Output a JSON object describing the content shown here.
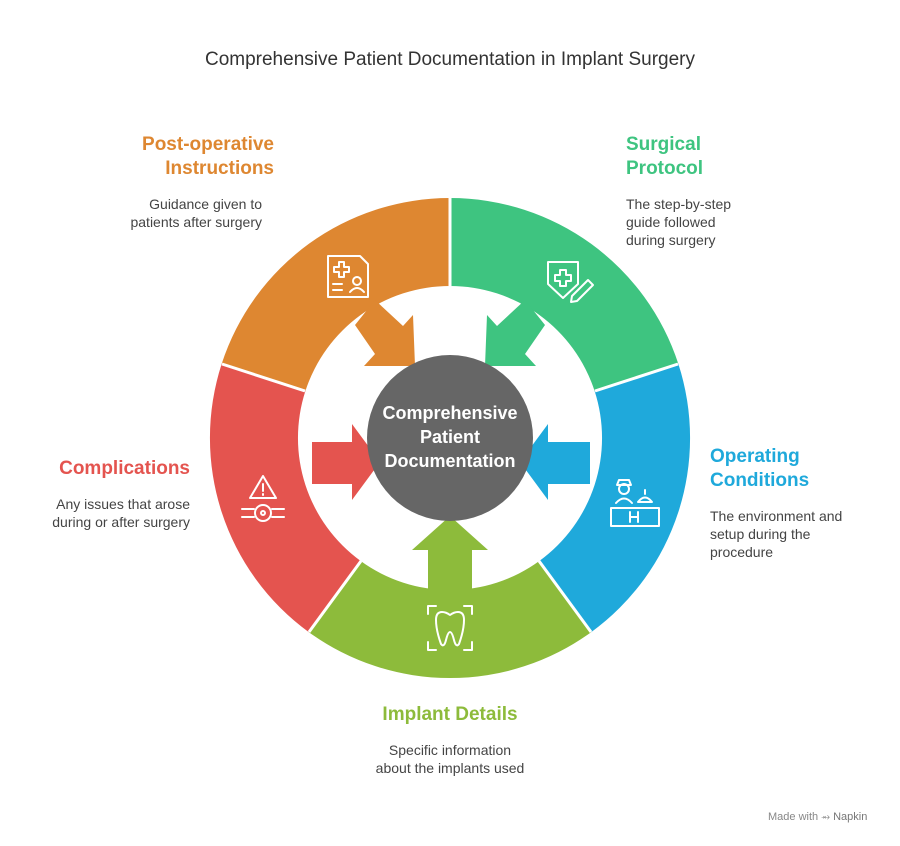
{
  "title": "Comprehensive Patient Documentation in Implant Surgery",
  "center": "Comprehensive Patient Documentation",
  "colors": {
    "post_operative": "#DE8731",
    "surgical_protocol": "#3EC480",
    "operating_conditions": "#1FA9DB",
    "implant_details": "#8DBB3B",
    "complications": "#E4544F",
    "center": "#666666"
  },
  "segments": {
    "post_operative": {
      "title": "Post-operative Instructions",
      "description": "Guidance given to patients after surgery",
      "icon": "document-person-icon"
    },
    "surgical_protocol": {
      "title": "Surgical Protocol",
      "description": "The step-by-step guide followed during surgery",
      "icon": "shield-pencil-icon"
    },
    "operating_conditions": {
      "title": "Operating Conditions",
      "description": "The environment and setup during the procedure",
      "icon": "surgeon-desk-icon"
    },
    "implant_details": {
      "title": "Implant Details",
      "description": "Specific information about the implants used",
      "icon": "tooth-icon"
    },
    "complications": {
      "title": "Complications",
      "description": "Any issues that arose during or after surgery",
      "icon": "warning-icon"
    }
  },
  "footer": {
    "prefix": "Made with",
    "brand": "Napkin"
  }
}
